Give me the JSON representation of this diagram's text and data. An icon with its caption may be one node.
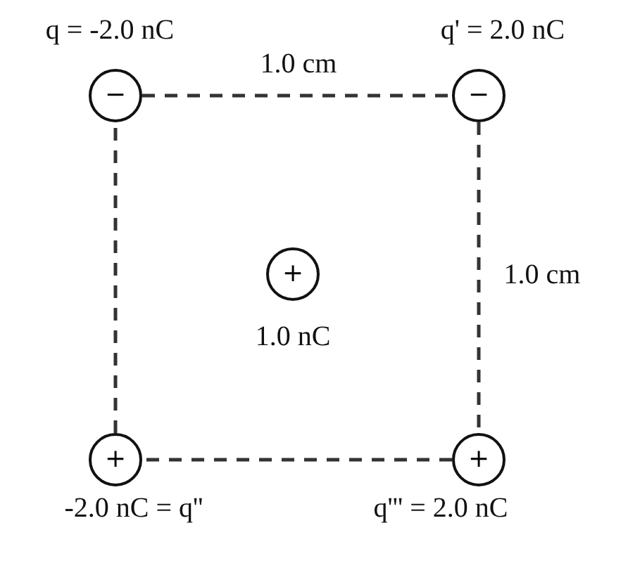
{
  "diagram": {
    "nodes": [
      {
        "text": [
          "−"
        ],
        "beside": [
          "q = -2.0 nC"
        ]
      },
      {
        "text": [
          "−"
        ],
        "beside": [
          "q' = 2.0 nC"
        ]
      },
      {
        "text": [
          "+"
        ],
        "beside": [
          "1.0 nC"
        ]
      },
      {
        "text": [
          "+"
        ],
        "beside": [
          "-2.0 nC = q''"
        ]
      },
      {
        "text": [
          "+"
        ],
        "beside": [
          "q''' = 2.0 nC"
        ]
      }
    ],
    "edges": [
      {
        "from": 0,
        "to": 1,
        "arrow": "none",
        "style": "dashed"
      },
      {
        "from": 1,
        "to": 4,
        "arrow": "none",
        "style": "dashed"
      },
      {
        "from": 4,
        "to": 3,
        "arrow": "none",
        "style": "dashed"
      },
      {
        "from": 3,
        "to": 0,
        "arrow": "none",
        "style": "dashed"
      }
    ],
    "labels": [
      "1.0 cm",
      "1.0 cm"
    ]
  }
}
